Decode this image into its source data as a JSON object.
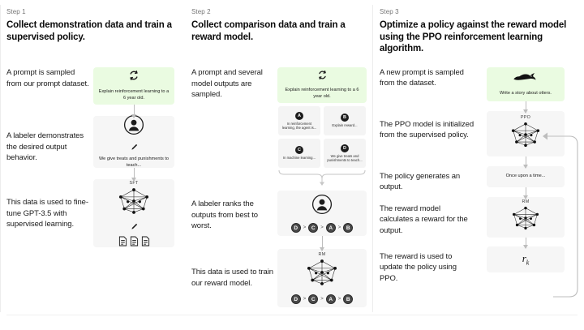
{
  "diagram": {
    "title": "InstructGPT / RLHF three-step training process",
    "colors": {
      "panel_gray": "#f6f6f6",
      "panel_green": "#eafbe1",
      "arrow": "#bdbdbd",
      "text": "#121212",
      "step_label": "#767676"
    }
  },
  "columns": [
    {
      "step_label": "Step 1",
      "step_title": "Collect demonstration data and train a supervised policy.",
      "rows": [
        {
          "caption": "A prompt is sampled from our prompt dataset.",
          "panel": {
            "style": "green",
            "icon": "recycle-loop-icon",
            "text": "Explain reinforcement learning to a 6 year old."
          }
        },
        {
          "caption": "A labeler demonstrates the desired output behavior.",
          "panel": {
            "style": "gray",
            "icon": "labeler-person-icon",
            "sub_icon": "pencil-icon",
            "text": "We give treats and punishments to teach..."
          }
        },
        {
          "caption": "This data is used to fine-tune GPT-3.5 with supervised learning.",
          "panel": {
            "style": "gray",
            "title": "SFT",
            "icon": "neural-network-icon",
            "sub_icon": "pencil-icon",
            "docs_icon": "documents-icon"
          }
        }
      ]
    },
    {
      "step_label": "Step 2",
      "step_title": "Collect comparison data and train a reward model.",
      "rows": [
        {
          "caption": "A prompt and several model outputs are sampled.",
          "panel": {
            "style": "green",
            "icon": "recycle-loop-icon",
            "text": "Explain reinforcement learning to a 6 year old."
          },
          "outputs": [
            {
              "badge": "A",
              "text": "In reinforcement learning, the agent is..."
            },
            {
              "badge": "B",
              "text": "Explain reward..."
            },
            {
              "badge": "C",
              "text": "In machine learning..."
            },
            {
              "badge": "D",
              "text": "We give treats and punishments to teach..."
            }
          ]
        },
        {
          "caption": "A labeler ranks the outputs from best to worst.",
          "panel": {
            "style": "gray",
            "icon": "labeler-person-icon"
          },
          "ranking": [
            "D",
            "C",
            "A",
            "B"
          ],
          "ranking_separator": ">"
        },
        {
          "caption": "This data is used to train our reward model.",
          "panel": {
            "style": "gray",
            "title": "RM",
            "icon": "neural-network-icon"
          },
          "ranking": [
            "D",
            "C",
            "A",
            "B"
          ],
          "ranking_separator": ">"
        }
      ]
    },
    {
      "step_label": "Step 3",
      "step_title": "Optimize a policy against the reward model using the PPO reinforcement learning algorithm.",
      "rows": [
        {
          "caption": "A new prompt is sampled from the dataset.",
          "panel": {
            "style": "green",
            "icon": "otter-icon",
            "text": "Write a story about otters."
          }
        },
        {
          "caption": "The PPO model is initialized from the supervised policy.",
          "panel": {
            "style": "gray",
            "title": "PPO",
            "icon": "neural-network-icon"
          }
        },
        {
          "caption": "The policy generates an output.",
          "panel": {
            "style": "gray",
            "text": "Once upon a time..."
          }
        },
        {
          "caption": "The reward model calculates a reward for the output.",
          "panel": {
            "style": "gray",
            "title": "RM",
            "icon": "neural-network-icon"
          }
        },
        {
          "caption": "The reward is used to update the policy using PPO.",
          "panel": {
            "style": "gray",
            "formula": "r",
            "formula_sub": "k"
          }
        }
      ],
      "feedback_loop": "reward-feedback-arrow"
    }
  ]
}
